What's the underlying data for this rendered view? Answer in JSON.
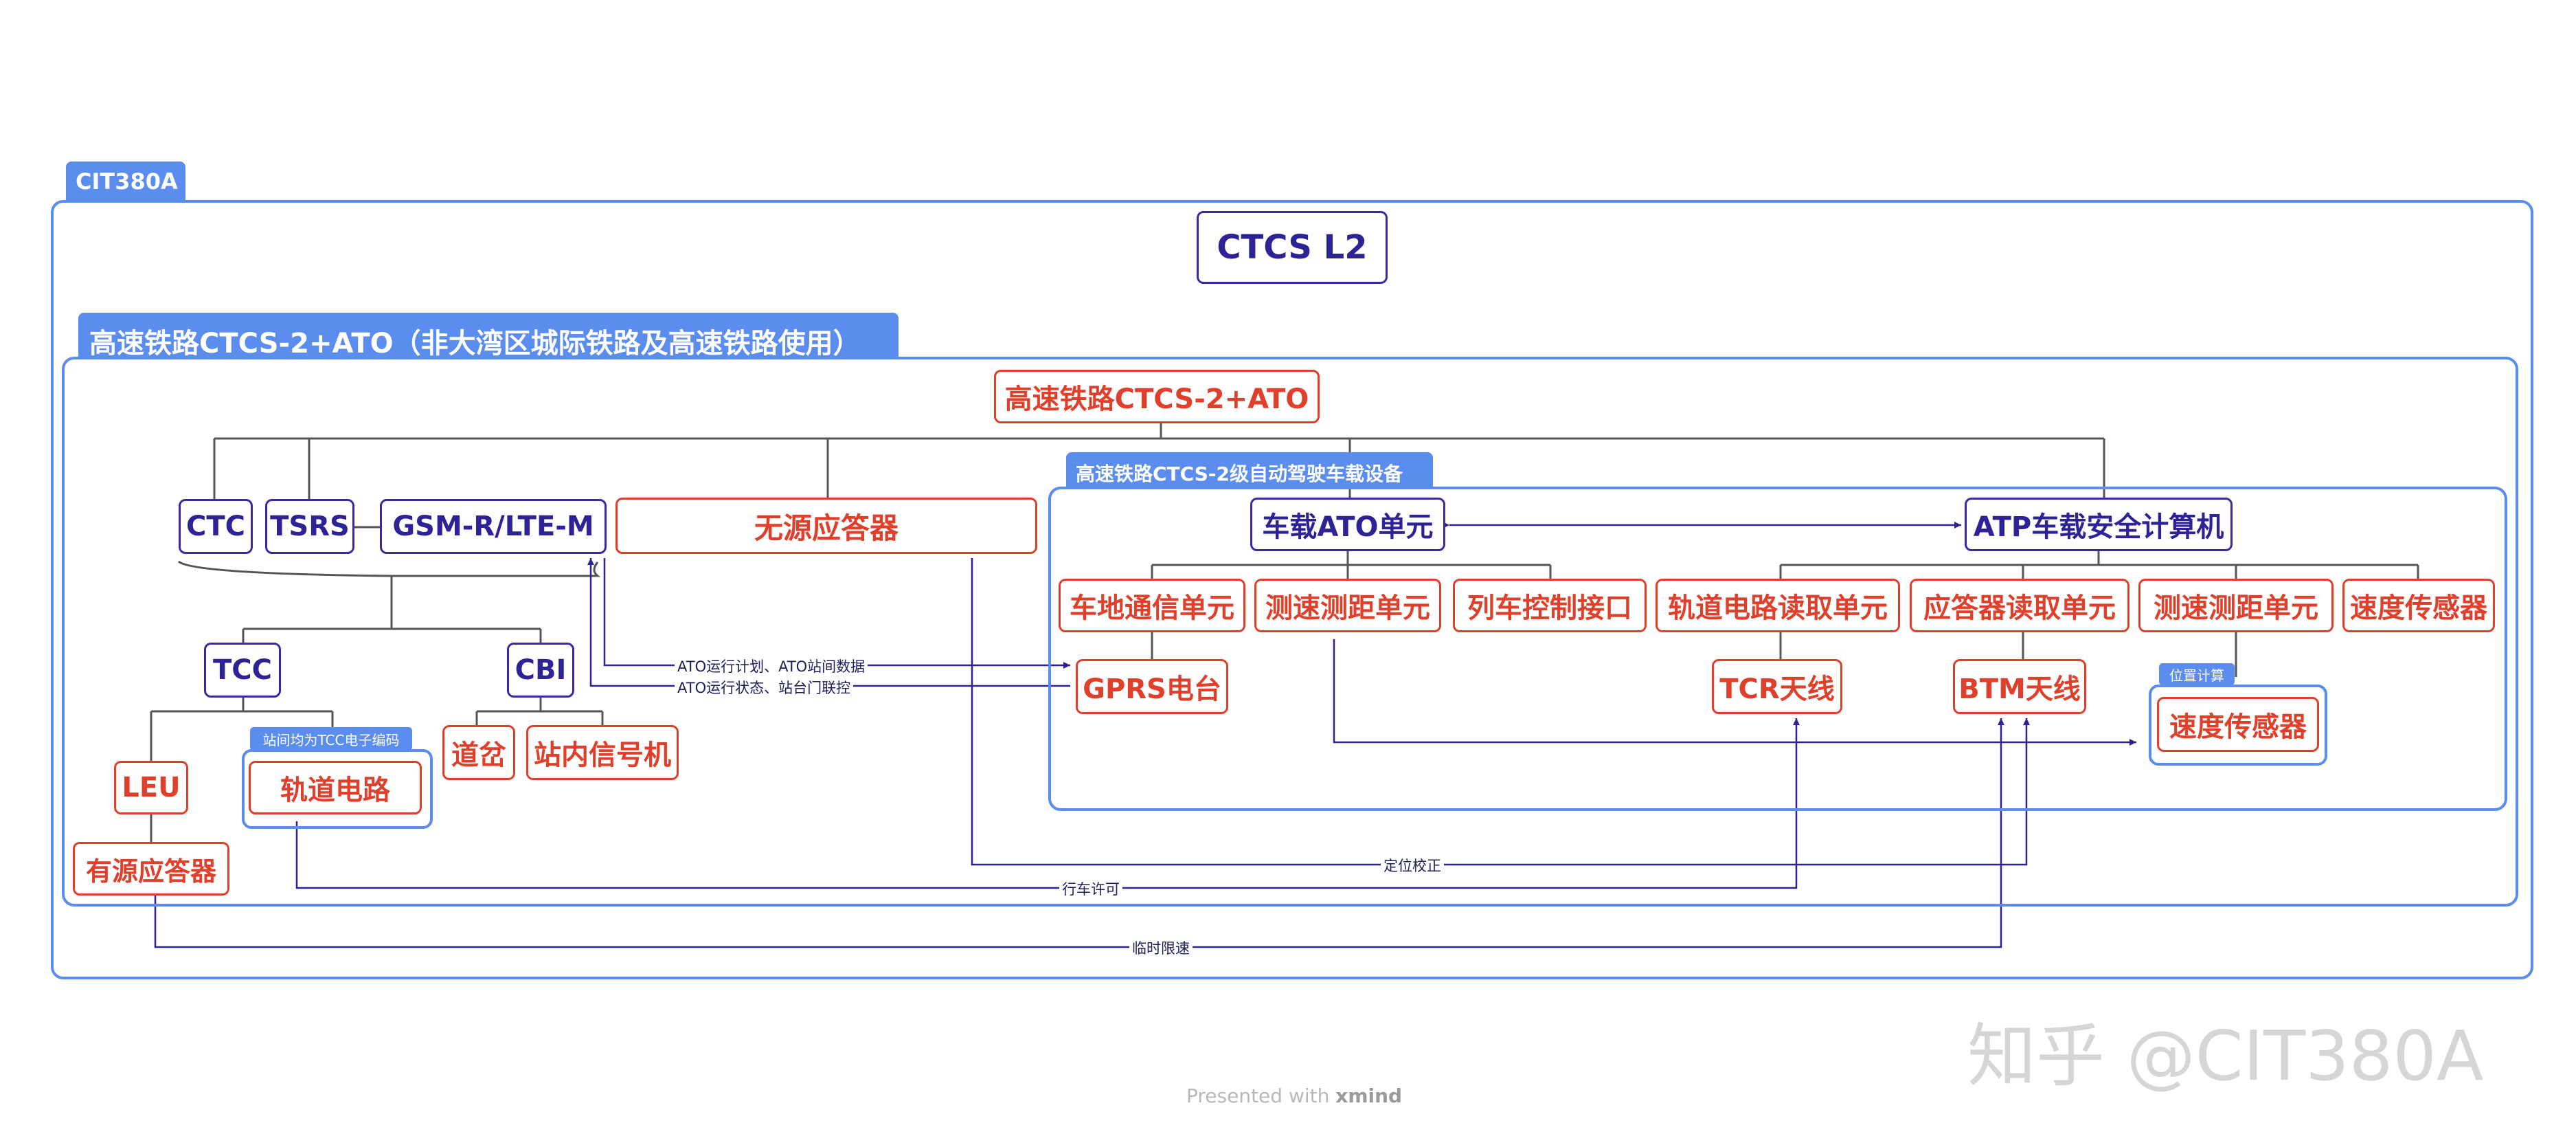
{
  "frames": {
    "outer_tab": "CIT380A",
    "main_title": "CTCS L2",
    "inner_tab": "高速铁路CTCS-2+ATO（非大湾区城际铁路及高速铁路使用）",
    "onboard_tab": "高速铁路CTCS-2级自动驾驶车载设备",
    "position_tab": "位置计算",
    "station_tab": "站间均为TCC电子编码"
  },
  "nodes": {
    "root": "高速铁路CTCS-2+ATO",
    "ctc": "CTC",
    "tsrs": "TSRS",
    "gsm": "GSM-R/LTE-M",
    "balise": "无源应答器",
    "tcc": "TCC",
    "cbi": "CBI",
    "leu": "LEU",
    "track_circuit": "轨道电路",
    "active_balise": "有源应答器",
    "turnout": "道岔",
    "signal": "站内信号机",
    "ato_unit": "车载ATO单元",
    "atp_unit": "ATP车载安全计算机",
    "wireless_unit": "车地通信单元",
    "speed_unit_1": "测速测距单元",
    "train_iface": "列车控制接口",
    "tc_reader": "轨道电路读取单元",
    "balise_reader": "应答器读取单元",
    "speed_unit_2": "测速测距单元",
    "speed_sensor_1": "速度传感器",
    "gprs": "GPRS电台",
    "tcr": "TCR天线",
    "btm": "BTM天线",
    "speed_sensor_2": "速度传感器"
  },
  "links": {
    "ato_plan": "ATO运行计划、ATO站间数据",
    "ato_status": "ATO运行状态、站台门联控",
    "position_fix": "定位校正",
    "movement_auth": "行车许可",
    "temp_speed": "临时限速"
  },
  "footer": {
    "presented": "Presented with",
    "brand": "xmind",
    "watermark": "知乎 @CIT380A"
  },
  "colors": {
    "frame": "#5b8def",
    "blue_node": "#3a2a9e",
    "red_node": "#e0402b",
    "connector": "#555555"
  }
}
